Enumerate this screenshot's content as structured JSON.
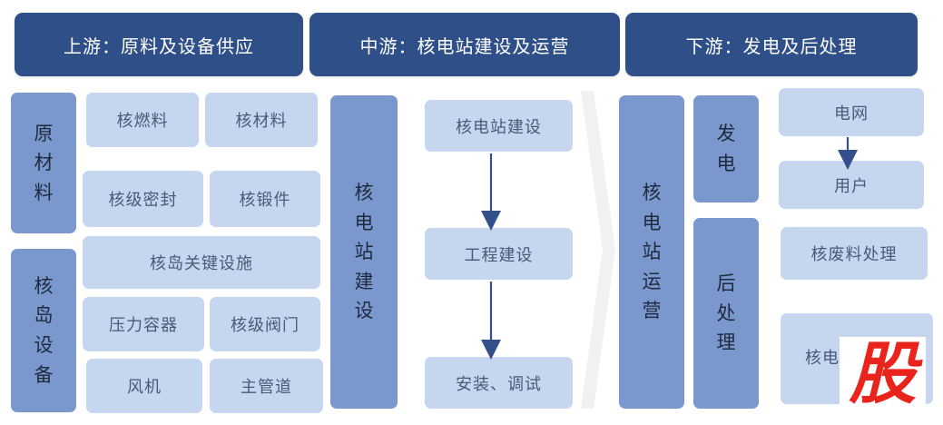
{
  "headers": {
    "upstream": "上游：原料及设备供应",
    "midstream": "中游：核电站建设及运营",
    "downstream": "下游：发电及后处理"
  },
  "upstream": {
    "raw_material_label": [
      "原",
      "材",
      "料"
    ],
    "raw_material_items": [
      "核燃料",
      "核材料",
      "核级密封",
      "核锻件"
    ],
    "island_equipment_label": [
      "核",
      "岛",
      "设",
      "备"
    ],
    "island_equipment_items": [
      "核岛关键设施",
      "压力容器",
      "核级阀门",
      "风机",
      "主管道"
    ]
  },
  "midstream": {
    "station_label": [
      "核",
      "电",
      "站",
      "建",
      "设"
    ],
    "flow_steps": [
      "核电站建设",
      "工程建设",
      "安装、调试"
    ]
  },
  "downstream": {
    "operation_label": [
      "核",
      "电",
      "站",
      "运",
      "营"
    ],
    "generation_label": [
      "发",
      "电"
    ],
    "post_processing_label": [
      "后",
      "处",
      "理"
    ],
    "generation_items": [
      "电网",
      "用户"
    ],
    "post_processing_items": [
      "核废料处理",
      "核电站维修与"
    ]
  },
  "watermark_char": "股",
  "colors": {
    "header_bg": "#2f4f88",
    "category_bar": "#7a98cd",
    "item_box": "#c6d6ef",
    "arrow": "#34508a",
    "watermark": "#e8241c"
  }
}
